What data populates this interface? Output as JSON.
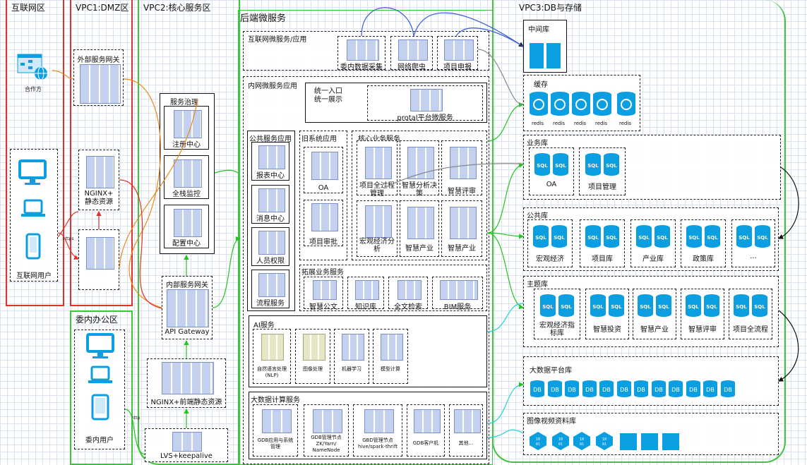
{
  "zones": {
    "internet": "互联网区",
    "dmz": "VPC1:DMZ区",
    "core": "VPC2:核心服务区",
    "db": "VPC3:DB与存储",
    "office": "委内办公区"
  },
  "internet_zone": {
    "partner": "合作方",
    "users": "互联网用户",
    "https_label": "https"
  },
  "office_zone": {
    "users": "委内用户",
    "http_label": "http"
  },
  "dmz": {
    "external_gateway": "外部服务网关",
    "nginx": "NGINX+\n静态资源"
  },
  "core": {
    "governance": {
      "title": "服务治理",
      "items": [
        "注册中心",
        "全栈监控",
        "配置中心"
      ]
    },
    "internal_gateway": "内部服务网关",
    "api_gateway": "API Gateway",
    "nginx_frontend": "NGINX+前端静态资源",
    "lvs": "LVS+keepalive"
  },
  "backend": {
    "title": "后端微服务",
    "internet_services": {
      "title": "互联网微服务/应用",
      "items": [
        "委内数据采集",
        "网络爬虫",
        "项目申报"
      ]
    },
    "intranet": {
      "title": "内网微服务应用",
      "portal_text1": "统一入口",
      "portal_text2": "统一展示",
      "portal_service": "protal平台微服务"
    },
    "public_services": {
      "title": "公共服务应用",
      "items": [
        "报表中心",
        "消息中心",
        "人员权限",
        "流程服务"
      ]
    },
    "legacy": {
      "title": "旧系统应用",
      "items": [
        "OA",
        "项目审批"
      ]
    },
    "core_business": {
      "title": "核心业务服务",
      "items": [
        "项目全过程\n管理",
        "智慧分析决\n策",
        "智慧评审",
        "宏观经济分\n析",
        "智慧产业",
        "智慧产业"
      ]
    },
    "extended": {
      "title": "拓展业务服务",
      "items": [
        "智慧公文",
        "知识库",
        "全文检索",
        "BIM服务"
      ]
    },
    "ai": {
      "title": "AI服务",
      "items": [
        "自然语言处理\n(NLP)",
        "图像处理",
        "机器学习",
        "模型计算"
      ]
    },
    "bigdata": {
      "title": "大数据计算服务",
      "items": [
        "GDB应用与系统\n管理",
        "GDB管理节点\nZK/Yarn/\nNameNode",
        "GBD管理节点\nhive/spark-thrift",
        "GDB客户机",
        "其他..."
      ]
    }
  },
  "storage": {
    "middleware": {
      "title": "中间库"
    },
    "cache": {
      "title": "缓存",
      "items": [
        "redis",
        "redis",
        "redis",
        "redis",
        "redis"
      ]
    },
    "business": {
      "title": "业务库",
      "items": [
        "OA",
        "项目管理"
      ]
    },
    "public": {
      "title": "公共库",
      "items": [
        "宏观经济",
        "项目库",
        "产业库",
        "政策库",
        "..."
      ]
    },
    "theme": {
      "title": "主题库",
      "items": [
        "宏观经济指\n标库",
        "智慧投资",
        "智慧产业",
        "智慧评审",
        "项目全流程"
      ]
    },
    "bigdata": {
      "title": "大数据平台库",
      "badge": "DB",
      "count": 12
    },
    "media": {
      "title": "图像视频资料库",
      "hex_label": "10\n01"
    }
  },
  "sql_badge": "SQL",
  "colors": {
    "internet_zone": "#e2322f",
    "dmz_zone": "#e2322f",
    "core_zone": "#3ec43e",
    "db_zone": "#3ec43e",
    "office_zone": "#3ec43e",
    "icon_blue": "#0b9ee0",
    "server_blue": "#9eb3e3"
  }
}
